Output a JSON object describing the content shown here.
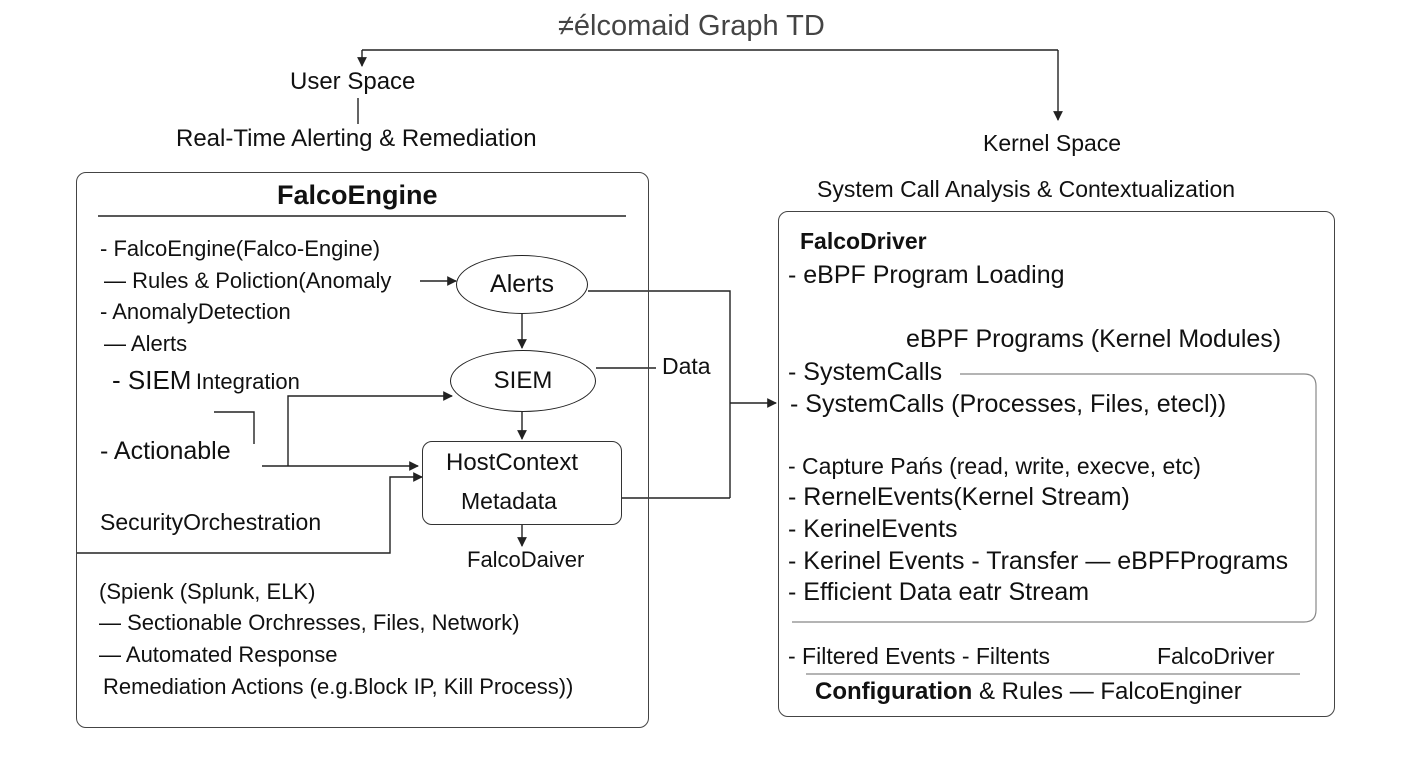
{
  "diagram": {
    "title": "≠élcomaid Graph TD",
    "user_space": {
      "heading": "User Space",
      "subheading": "Real-Time Alerting & Remediation",
      "engine": {
        "title": "FalcoEngine",
        "items": [
          "- FalcoEngine(Falco-Engine)",
          "— Rules & Poliction(Anomaly",
          "- AnomalyDetection",
          "— Alerts"
        ],
        "siem_integration_prefix": "- SIEM",
        "siem_integration_suffix": "Integration",
        "actionable": "- Actionable",
        "security_orchestration": "SecurityOrchestration"
      },
      "nodes": {
        "alerts": "Alerts",
        "siem": "SIEM",
        "host_context_title": "HostContext",
        "host_context_sub": "Metadata",
        "falco_daiver": "FalcoDaiver"
      },
      "bottom_items": [
        "(Spienk (Splunk, ELK)",
        "— Sectionable Orchresses, Files, Network)",
        "— Automated Response",
        "Remediation Actions (e.g.Block IP, Kill Process))"
      ]
    },
    "data_label": "Data",
    "kernel_space": {
      "heading": "Kernel Space",
      "subheading": "System Call Analysis & Contextualization",
      "driver": {
        "title": "FalcoDriver",
        "loading": "- eBPF Program Loading",
        "programs": "eBPF Programs (Kernel Modules)",
        "items": [
          "- SystemCalls",
          "- SystemCalls (Processes, Files, etecl))",
          "- Capture Pańs (read, write, execve, etc)",
          "- RernelEvents(Kernel Stream)",
          "- KerinelEvents",
          "- Kerinel Events - Transfer — eBPFPrograms",
          "- Efficient Data eatr Stream"
        ],
        "filtered": "- Filtered Events - Filtents",
        "falco_driver_right": "FalcoDriver",
        "config_bold": "Configuration",
        "config_rest": "& Rules — FalcoEnginer"
      }
    }
  }
}
